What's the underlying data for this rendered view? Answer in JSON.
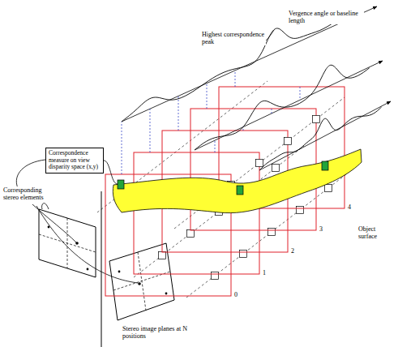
{
  "diagram": {
    "nodes": [
      {
        "text": [
          "Correspondence measure on view disparity space (x,y)"
        ]
      }
    ],
    "labels": [
      "Vergence angle or baseline length",
      "Highest correspondence peak",
      "Corresponding stereo elements",
      "Object surface",
      "Stereo image planes at N positions",
      "0",
      "1",
      "2",
      "3",
      "4"
    ]
  }
}
